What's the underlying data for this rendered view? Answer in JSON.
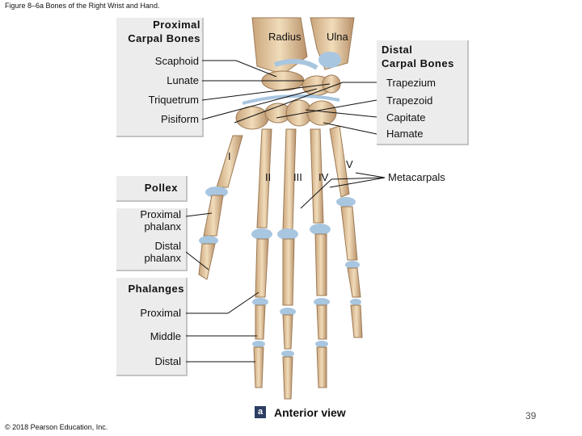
{
  "figure_title": "Figure 8–6a Bones of the Right Wrist and Hand.",
  "copyright": "© 2018 Pearson Education, Inc.",
  "page_number": "39",
  "groups": {
    "proximal_carpal": [
      "Proximal",
      "Carpal Bones"
    ],
    "distal_carpal": [
      "Distal",
      "Carpal Bones"
    ],
    "phalanges": "Phalanges",
    "pollex": "Pollex"
  },
  "forearm": {
    "radius": "Radius",
    "ulna": "Ulna"
  },
  "proximal_carpals": [
    "Scaphoid",
    "Lunate",
    "Triquetrum",
    "Pisiform"
  ],
  "distal_carpals": [
    "Trapezium",
    "Trapezoid",
    "Capitate",
    "Hamate"
  ],
  "pollex_parts": {
    "proximal": [
      "Proximal",
      "phalanx"
    ],
    "distal": [
      "Distal",
      "phalanx"
    ]
  },
  "phalanx_parts": [
    "Proximal",
    "Middle",
    "Distal"
  ],
  "metacarpals": {
    "label": "Metacarpals",
    "numerals": [
      "I",
      "II",
      "III",
      "IV",
      "V"
    ]
  },
  "view": {
    "badge": "a",
    "label": "Anterior view"
  }
}
